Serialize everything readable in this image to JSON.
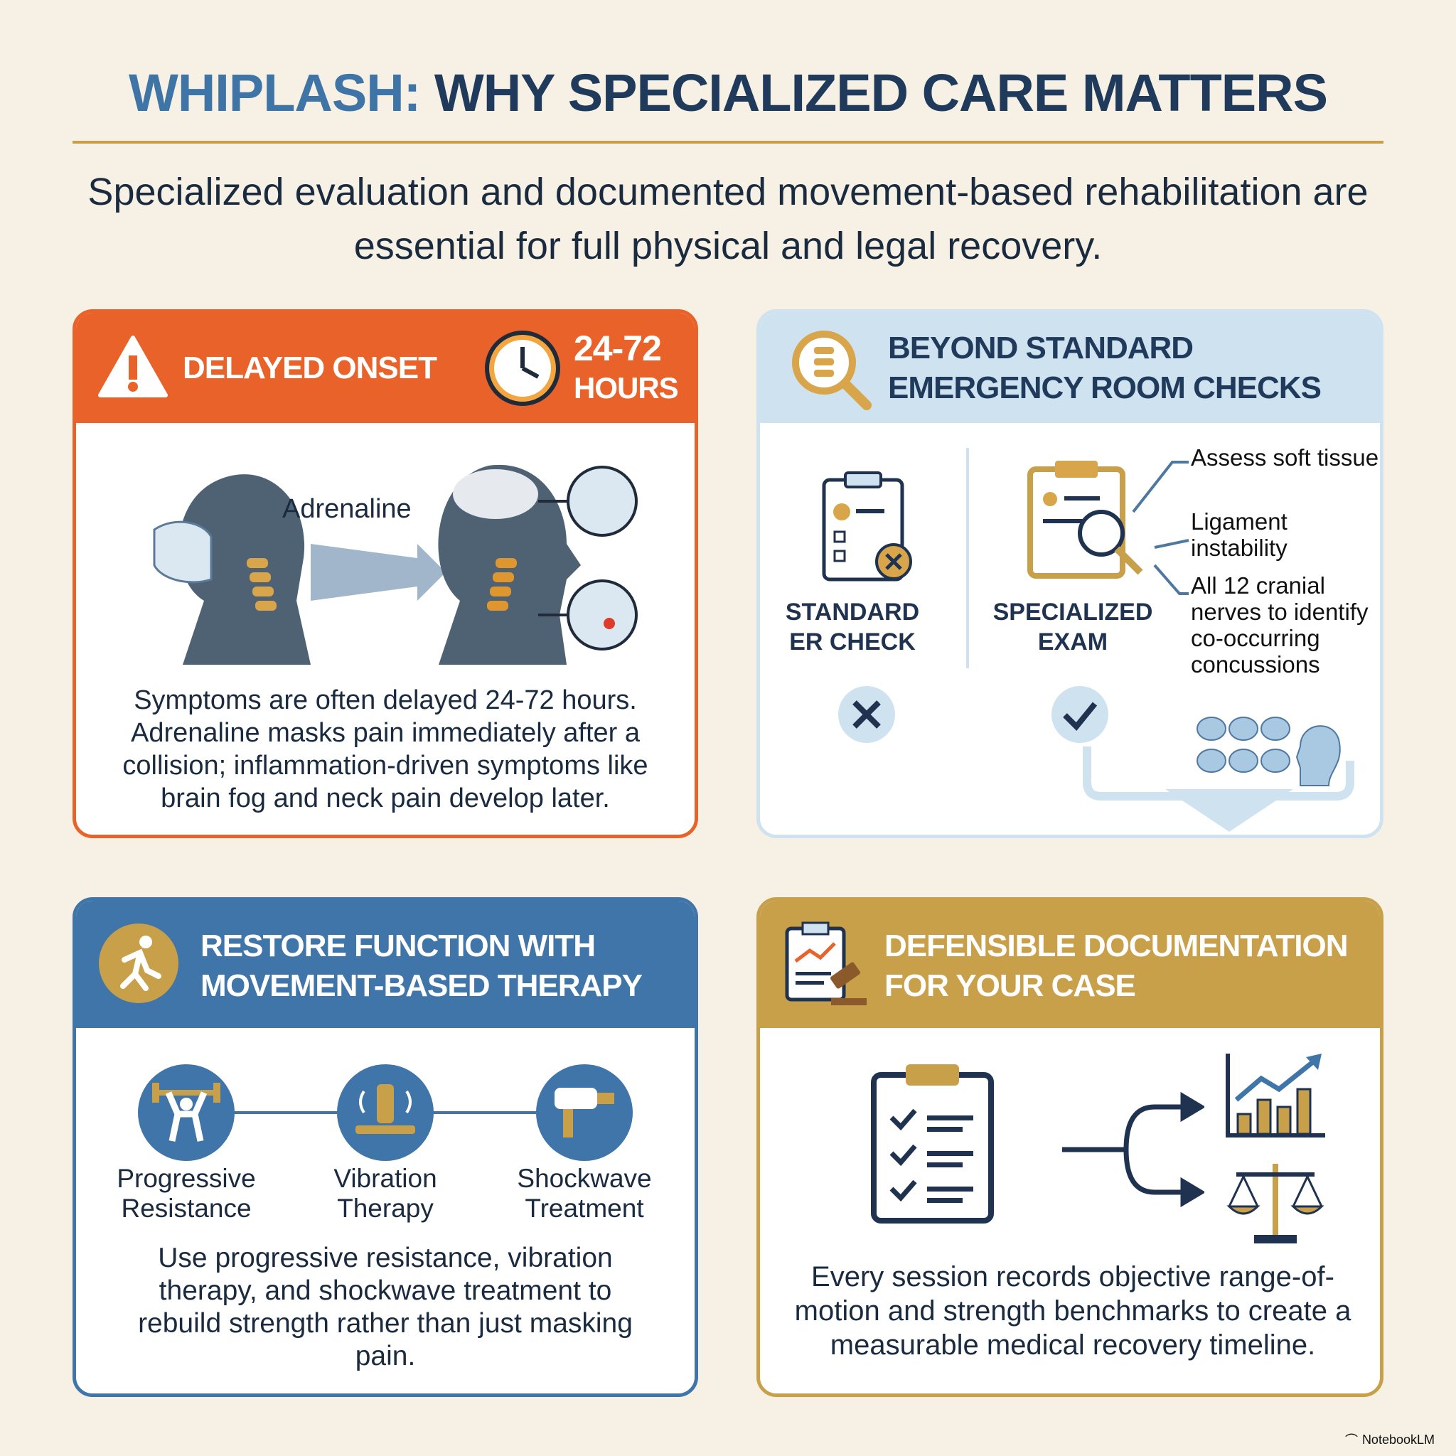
{
  "title": {
    "part1": "WHIPLASH:",
    "part2": "WHY SPECIALIZED CARE MATTERS"
  },
  "subtitle": "Specialized evaluation and documented movement-based rehabilitation are essential for full physical and legal recovery.",
  "colors": {
    "orange": "#e8622a",
    "light_blue": "#cfe2f0",
    "blue": "#3f75a8",
    "gold": "#c9a04a",
    "navy": "#1f3a5a",
    "background": "#f6f1e4"
  },
  "panel1": {
    "header": "DELAYED ONSET",
    "time": "24-72",
    "time_unit": "HOURS",
    "illustration_label": "Adrenaline",
    "body": "Symptoms are often delayed 24-72 hours. Adrenaline masks pain immediately after a collision; inflammation-driven symptoms like brain fog and neck pain develop later."
  },
  "panel2": {
    "header_line1": "BEYOND STANDARD",
    "header_line2": "EMERGENCY ROOM CHECKS",
    "standard_line1": "STANDARD",
    "standard_line2": "ER CHECK",
    "specialized_line1": "SPECIALIZED",
    "specialized_line2": "EXAM",
    "bullets": [
      "Assess soft tissue",
      "Ligament instability",
      "All 12 cranial nerves to identify co-occurring concussions"
    ]
  },
  "panel3": {
    "header_line1": "RESTORE FUNCTION WITH",
    "header_line2": "MOVEMENT-BASED THERAPY",
    "steps": [
      {
        "line1": "Progressive",
        "line2": "Resistance"
      },
      {
        "line1": "Vibration",
        "line2": "Therapy"
      },
      {
        "line1": "Shockwave",
        "line2": "Treatment"
      }
    ],
    "body": "Use progressive resistance, vibration therapy, and shockwave treatment to rebuild strength rather than just masking pain."
  },
  "panel4": {
    "header_line1": "DEFENSIBLE DOCUMENTATION",
    "header_line2": "FOR YOUR CASE",
    "body": "Every session records objective range-of-motion and strength benchmarks to create a measurable medical recovery timeline."
  },
  "brand": "NotebookLM"
}
